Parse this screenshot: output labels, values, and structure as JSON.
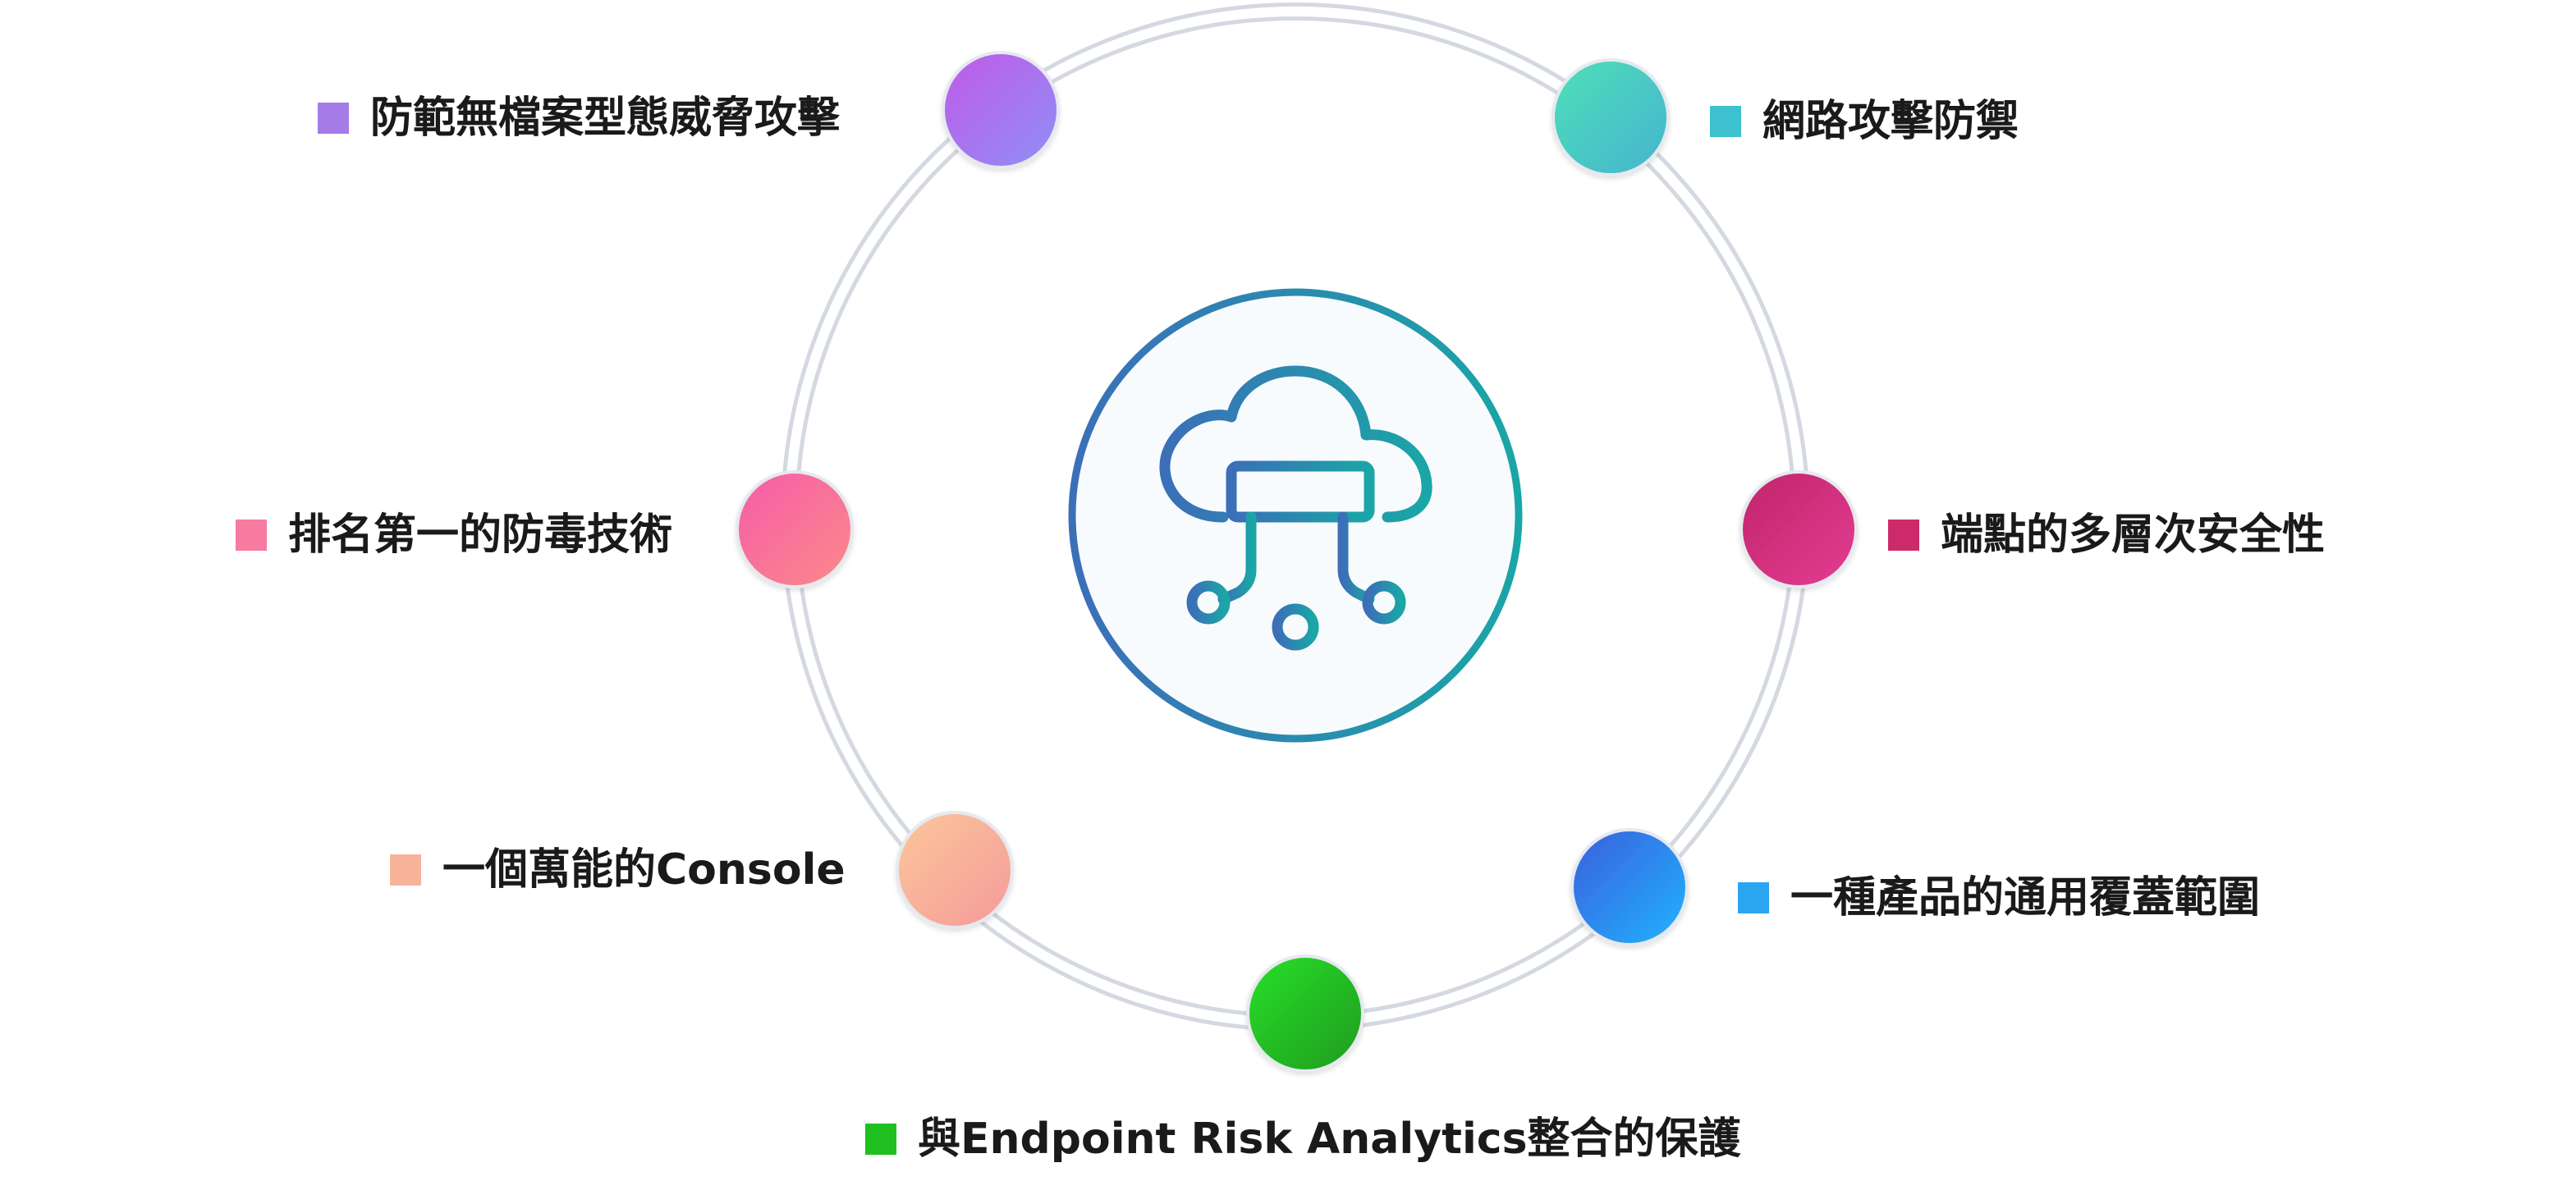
{
  "features": [
    {
      "id": "fileless",
      "text": "防範無檔案型態威脅攻擊",
      "colors": [
        "#c05ae8",
        "#8f8ff5"
      ],
      "square": "#a57be8"
    },
    {
      "id": "network",
      "text": "網路攻擊防禦",
      "colors": [
        "#4fe0b8",
        "#45b3cf"
      ],
      "square": "#3ec1cf"
    },
    {
      "id": "antivirus",
      "text": "排名第一的防毒技術",
      "colors": [
        "#f65ca8",
        "#fb8a8a"
      ],
      "square": "#f77aa0"
    },
    {
      "id": "multilayer",
      "text": "端點的多層次安全性",
      "colors": [
        "#c2256a",
        "#e33d92"
      ],
      "square": "#cc2a6b"
    },
    {
      "id": "console",
      "text": "一個萬能的Console",
      "colors": [
        "#fbc79a",
        "#f59a9a"
      ],
      "square": "#f8b49a"
    },
    {
      "id": "coverage",
      "text": "一種產品的通用覆蓋範圍",
      "colors": [
        "#3a5fdc",
        "#21b4ff"
      ],
      "square": "#2aa5f0"
    },
    {
      "id": "era",
      "text": "與Endpoint Risk Analytics整合的保護",
      "colors": [
        "#28e028",
        "#1f9a1f"
      ],
      "square": "#20c020"
    }
  ],
  "center_icon": "cloud-server-network-icon",
  "ring_color": "#d4d9e0",
  "center_gradient": [
    "#3b6fb8",
    "#1aa6a6"
  ]
}
